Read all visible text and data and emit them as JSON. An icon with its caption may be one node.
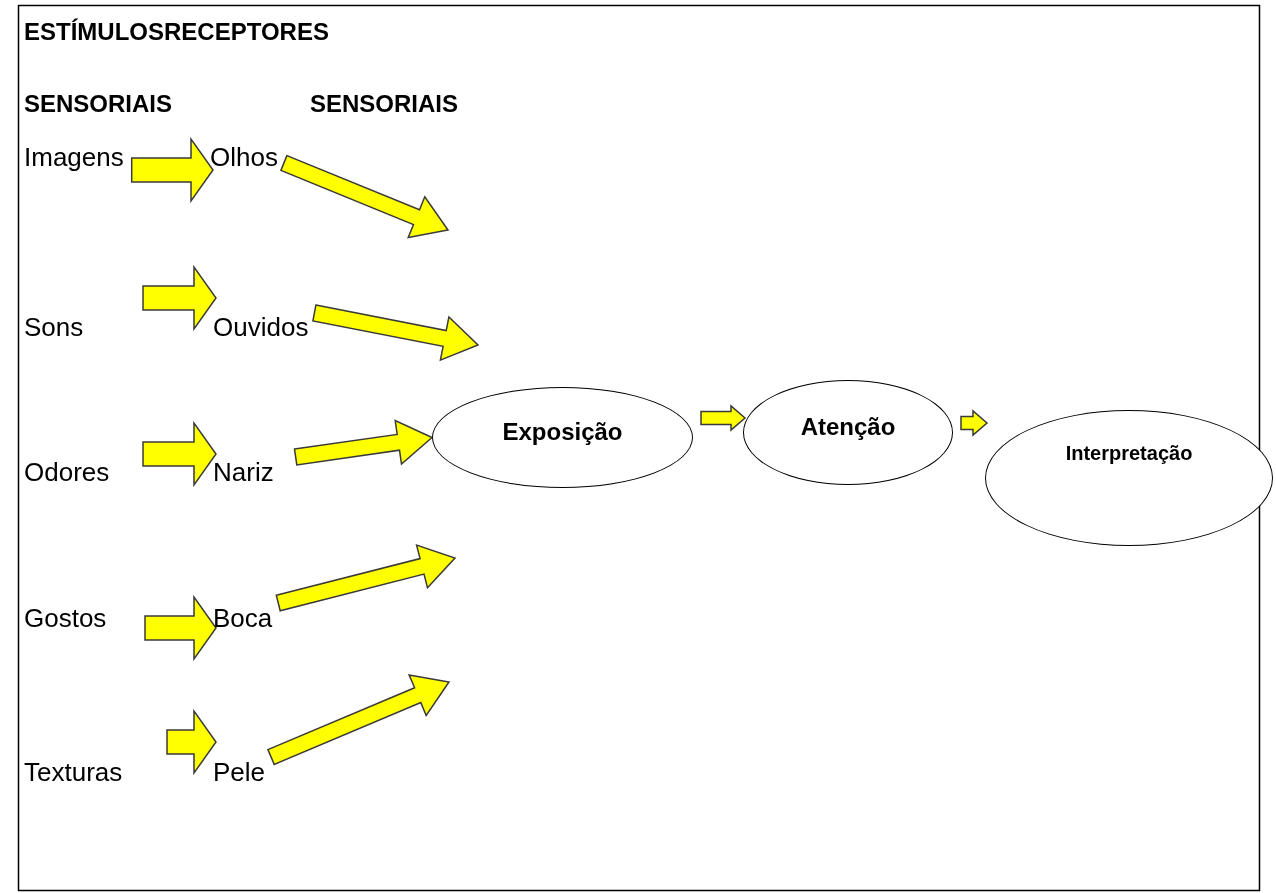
{
  "diagram": {
    "nodes": [
      {
        "text": [
          "Imagens"
        ]
      },
      {
        "text": [
          "Olhos"
        ]
      },
      {
        "text": [
          "Sons"
        ]
      },
      {
        "text": [
          "Ouvidos"
        ]
      },
      {
        "text": [
          "Odores"
        ]
      },
      {
        "text": [
          "Nariz"
        ]
      },
      {
        "text": [
          "Gostos"
        ]
      },
      {
        "text": [
          "Boca"
        ]
      },
      {
        "text": [
          "Texturas"
        ]
      },
      {
        "text": [
          "Pele"
        ]
      },
      {
        "text": [
          "Exposição"
        ]
      },
      {
        "text": [
          "Atenção"
        ]
      },
      {
        "text": [
          "Interpretação"
        ]
      }
    ],
    "edges": [
      {
        "from": 0,
        "to": 1,
        "arrow": "to"
      },
      {
        "from": 1,
        "to": null,
        "arrow": "to"
      },
      {
        "from": 2,
        "to": 3,
        "arrow": "to"
      },
      {
        "from": 3,
        "to": null,
        "arrow": "to"
      },
      {
        "from": 4,
        "to": 5,
        "arrow": "to"
      },
      {
        "from": 5,
        "to": 10,
        "arrow": "to"
      },
      {
        "from": 6,
        "to": 7,
        "arrow": "to"
      },
      {
        "from": 7,
        "to": null,
        "arrow": "to"
      },
      {
        "from": 8,
        "to": 9,
        "arrow": "to"
      },
      {
        "from": 9,
        "to": null,
        "arrow": "to"
      },
      {
        "from": 10,
        "to": 11,
        "arrow": "to"
      },
      {
        "from": 11,
        "to": 12,
        "arrow": "to"
      }
    ],
    "labels": [
      "ESTÍMULOSRECEPTORES",
      "SENSORIAIS",
      "SENSORIAIS"
    ]
  }
}
